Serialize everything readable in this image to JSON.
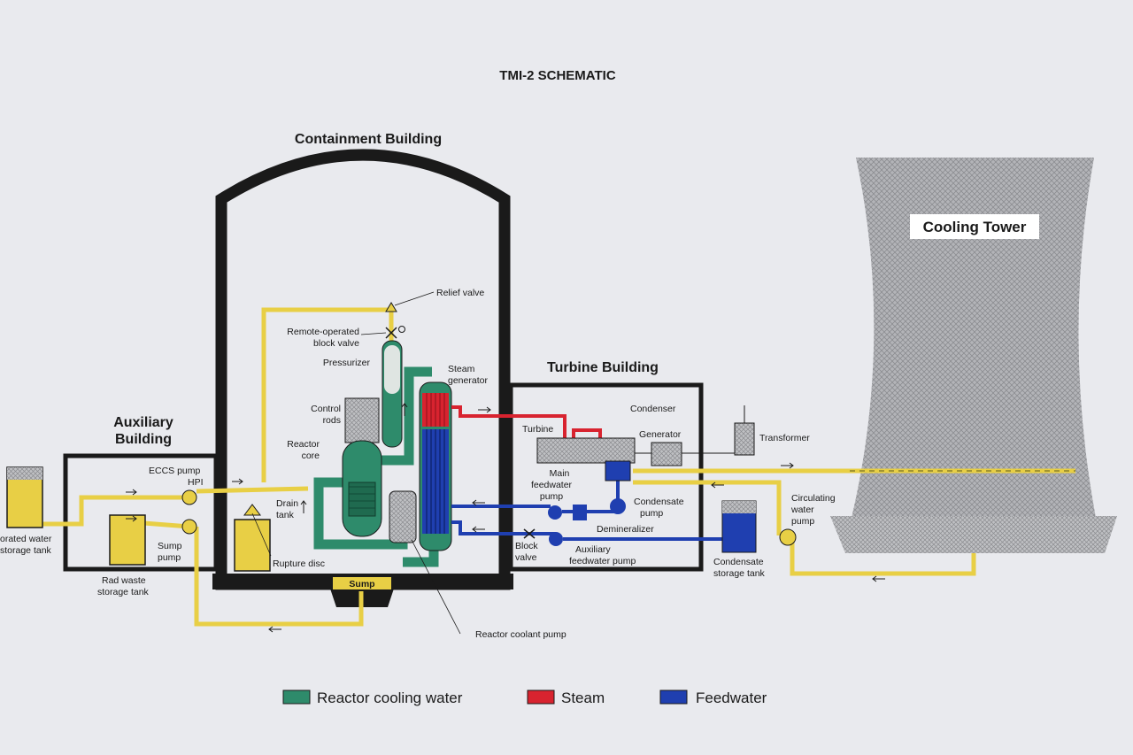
{
  "title": "TMI-2 SCHEMATIC",
  "buildings": {
    "containment": "Containment Building",
    "auxiliary_1": "Auxiliary",
    "auxiliary_2": "Building",
    "turbine": "Turbine Building",
    "cooling_tower": "Cooling Tower"
  },
  "labels": {
    "relief_valve": "Relief valve",
    "remote_block_1": "Remote-operated",
    "remote_block_2": "block valve",
    "pressurizer": "Pressurizer",
    "steam_gen_1": "Steam",
    "steam_gen_2": "generator",
    "control_rods_1": "Control",
    "control_rods_2": "rods",
    "reactor_core_1": "Reactor",
    "reactor_core_2": "core",
    "eccs_pump": "ECCS pump",
    "hpi": "HPI",
    "drain_tank_1": "Drain",
    "drain_tank_2": "tank",
    "rupture_disc": "Rupture disc",
    "sump": "Sump",
    "sump_pump_1": "Sump",
    "sump_pump_2": "pump",
    "rad_waste_1": "Rad waste",
    "rad_waste_2": "storage tank",
    "borated_1": "orated water",
    "borated_2": "storage tank",
    "reactor_coolant_pump": "Reactor coolant pump",
    "turbine": "Turbine",
    "condenser": "Condenser",
    "generator": "Generator",
    "transformer": "Transformer",
    "main_fw_1": "Main",
    "main_fw_2": "feedwater",
    "main_fw_3": "pump",
    "condensate_pump_1": "Condensate",
    "condensate_pump_2": "pump",
    "demineralizer": "Demineralizer",
    "block_valve_1": "Block",
    "block_valve_2": "valve",
    "aux_fw_1": "Auxiliary",
    "aux_fw_2": "feedwater pump",
    "cond_storage_1": "Condensate",
    "cond_storage_2": "storage tank",
    "circ_pump_1": "Circulating",
    "circ_pump_2": "water",
    "circ_pump_3": "pump"
  },
  "legend": [
    {
      "label": "Reactor cooling water",
      "color": "#2e8b6b"
    },
    {
      "label": "Steam",
      "color": "#d8232f"
    },
    {
      "label": "Feedwater",
      "color": "#1f3fb0"
    }
  ],
  "colors": {
    "yellow_line": "#e8cf45",
    "building_outline": "#1a1a1a",
    "tower": "#a9aaae"
  }
}
